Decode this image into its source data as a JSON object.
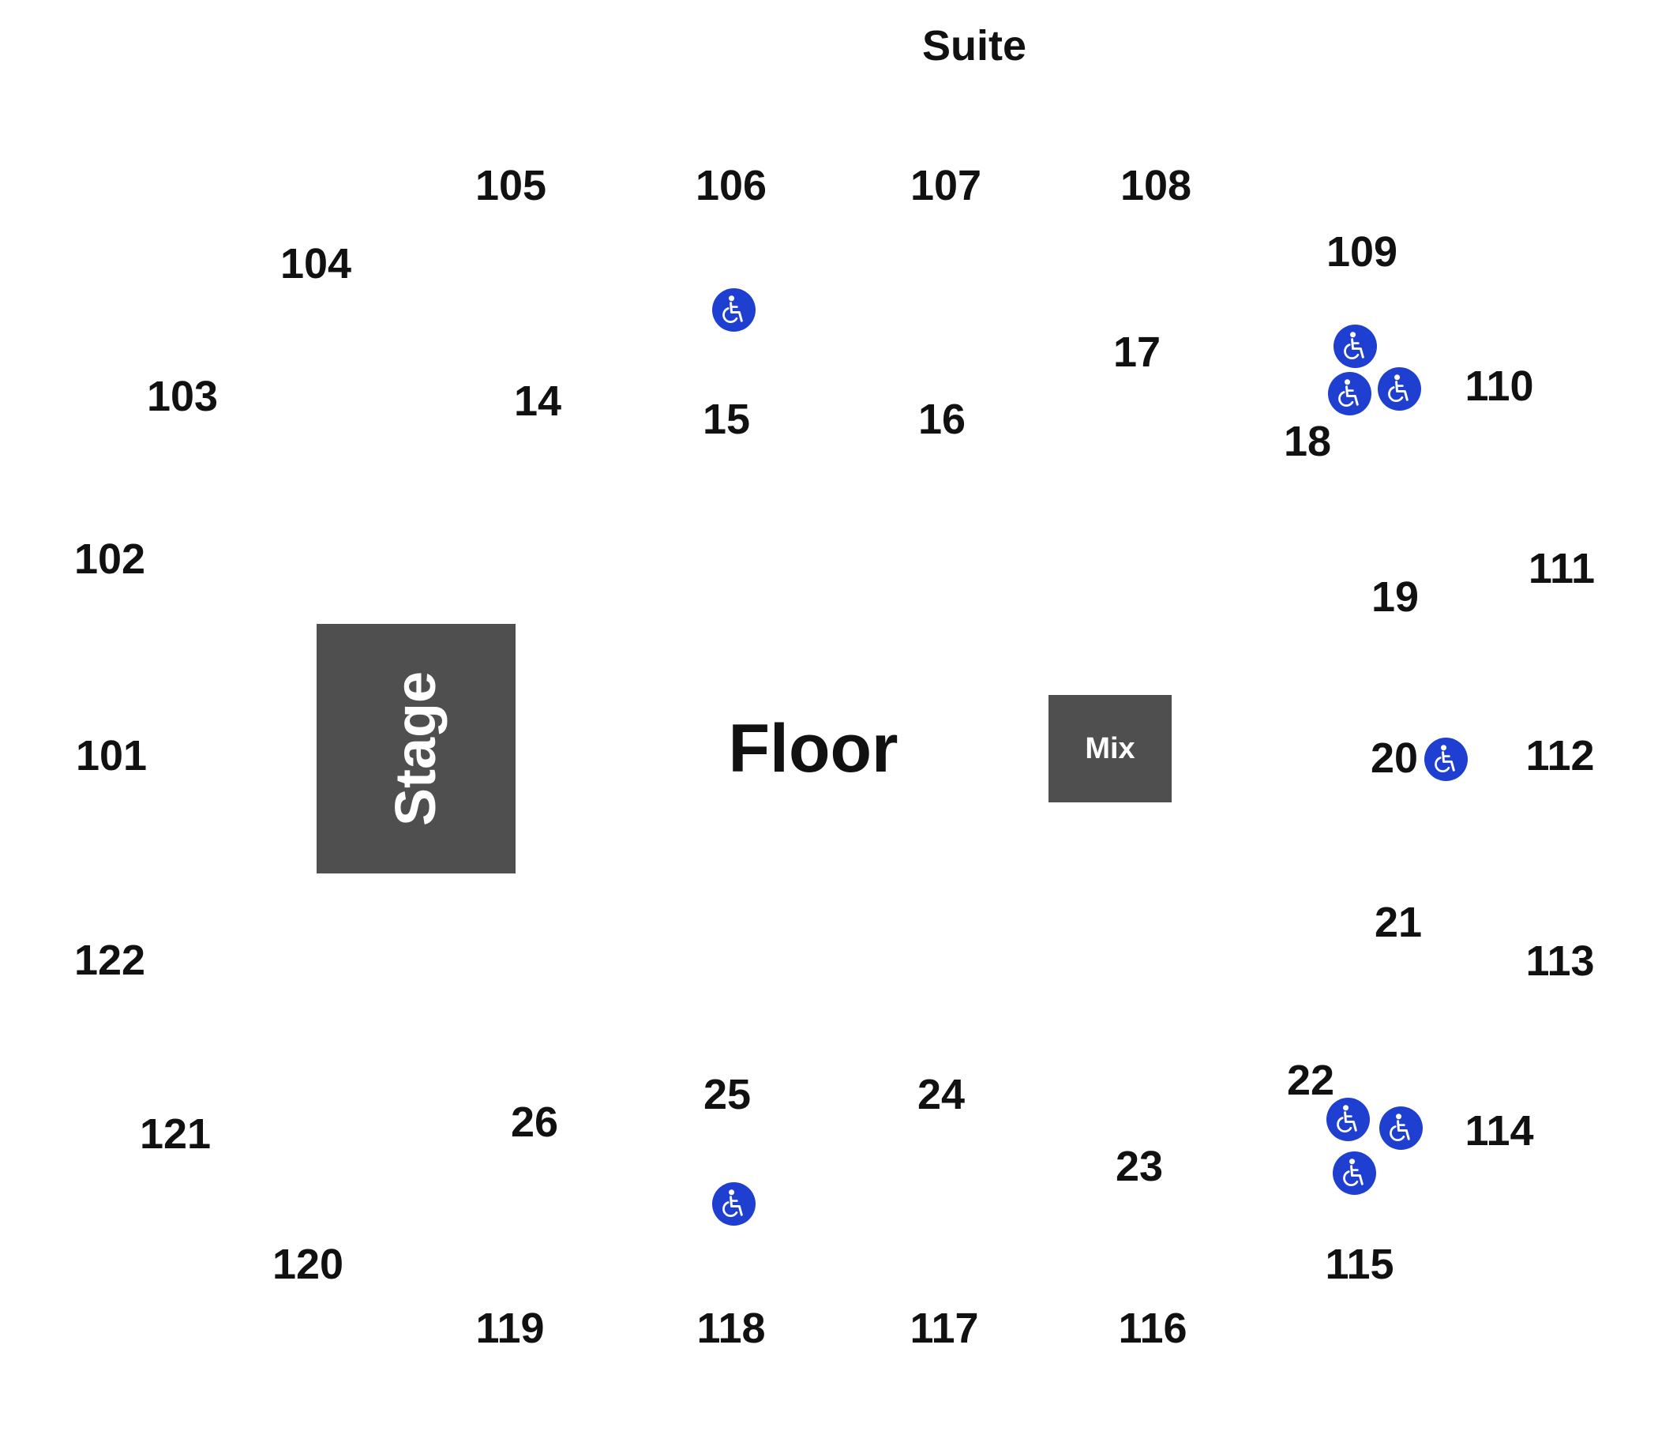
{
  "suite_label": "Suite",
  "stage_label": "Stage",
  "floor_label": "Floor",
  "mix_label": "Mix",
  "accessible_icon": "wheelchair-icon",
  "accessible_color": "#1f3fd0",
  "stage_color": "#4f4f4f",
  "sections": {
    "s101": "101",
    "s102": "102",
    "s103": "103",
    "s104": "104",
    "s105": "105",
    "s106": "106",
    "s107": "107",
    "s108": "108",
    "s109": "109",
    "s110": "110",
    "s111": "111",
    "s112": "112",
    "s113": "113",
    "s114": "114",
    "s115": "115",
    "s116": "116",
    "s117": "117",
    "s118": "118",
    "s119": "119",
    "s120": "120",
    "s121": "121",
    "s122": "122",
    "s14": "14",
    "s15": "15",
    "s16": "16",
    "s17": "17",
    "s18": "18",
    "s19": "19",
    "s20": "20",
    "s21": "21",
    "s22": "22",
    "s23": "23",
    "s24": "24",
    "s25": "25",
    "s26": "26"
  }
}
